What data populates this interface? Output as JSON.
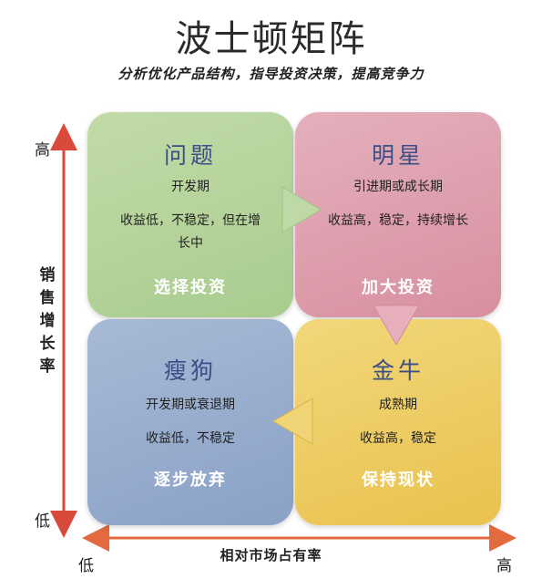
{
  "title": "波士顿矩阵",
  "subtitle": "分析优化产品结构，指导投资决策，提高竞争力",
  "axes": {
    "y_label": "销售增长率",
    "y_high": "高",
    "y_low": "低",
    "x_label": "相对市场占有率",
    "x_low": "低",
    "x_high": "高"
  },
  "quadrants": {
    "problem": {
      "title": "问题",
      "stage": "开发期",
      "desc": "收益低，不稳定，但在增长中",
      "strategy": "选择投资"
    },
    "star": {
      "title": "明星",
      "stage": "引进期或成长期",
      "desc": "收益高，稳定，持续增长",
      "strategy": "加大投资"
    },
    "dog": {
      "title": "瘦狗",
      "stage": "开发期或衰退期",
      "desc": "收益低，不稳定",
      "strategy": "逐步放弃"
    },
    "cow": {
      "title": "金牛",
      "stage": "成熟期",
      "desc": "收益高，稳定",
      "strategy": "保持现状"
    }
  },
  "colors": {
    "title_text": "#3b4f86",
    "axis_arrow": "#d94a3a",
    "axis_arrow_h": "#e36a3f",
    "flow_arrow_green": "#bfd9a6",
    "flow_arrow_pink": "#e7aebc",
    "flow_arrow_yellow": "#f1d476"
  }
}
